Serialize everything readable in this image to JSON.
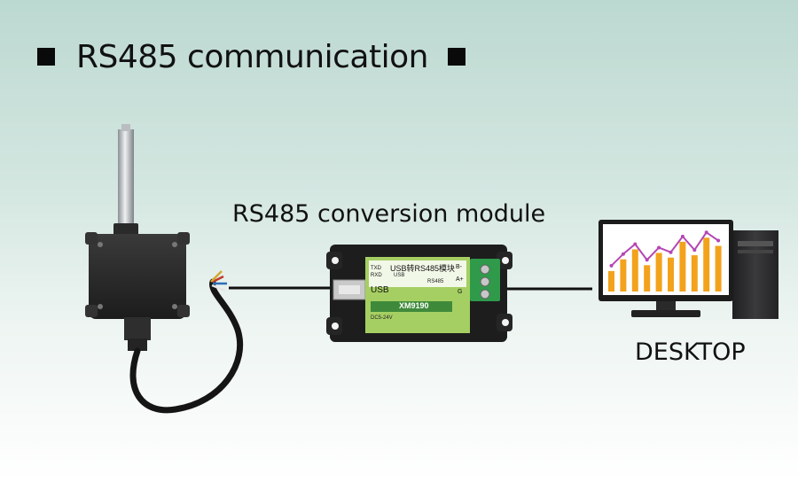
{
  "title": "RS485 communication",
  "converter": {
    "label": "RS485 conversion module",
    "header": "USB转RS485模块",
    "usb": "USB",
    "rs485": "RS485",
    "txd": "TXD",
    "rxd": "RXD",
    "model": "XM9190",
    "power": "DC5-24V",
    "b_pin": "B-",
    "a_pin": "A+",
    "g_pin": "G"
  },
  "computer": {
    "label": "DESKTOP"
  },
  "colors": {
    "module_green": "#a6cf63",
    "terminal_green": "#2f9a4a",
    "bar_orange": "#f3a21c",
    "trend_purple": "#b447b4",
    "sensor_body": "#2b2b2b"
  },
  "chart_on_screen": {
    "bars": [
      0.35,
      0.55,
      0.72,
      0.45,
      0.66,
      0.58,
      0.85,
      0.62,
      0.92,
      0.78
    ]
  }
}
